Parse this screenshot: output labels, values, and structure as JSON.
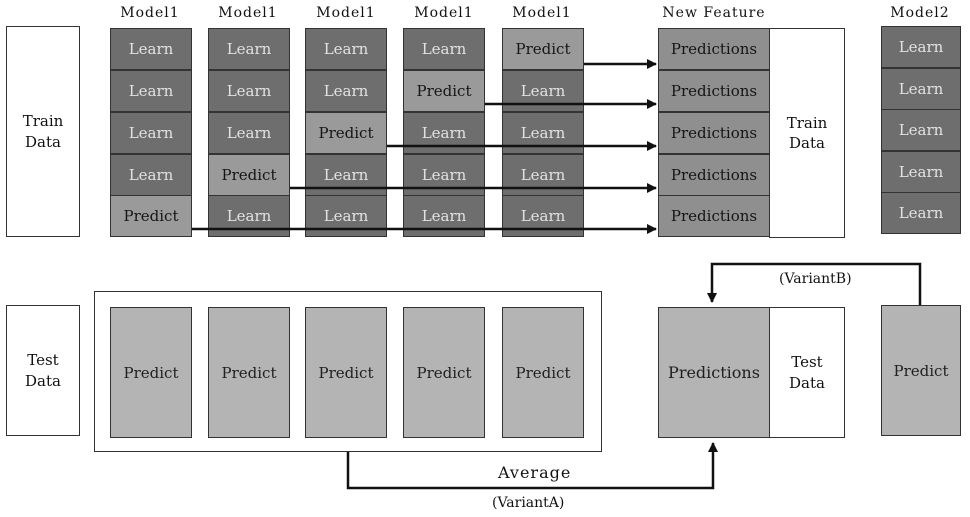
{
  "left_labels": {
    "train": "Train\nData",
    "test": "Test\nData"
  },
  "columns": [
    {
      "title": "Model1",
      "cells": [
        "Learn",
        "Learn",
        "Learn",
        "Learn",
        "Predict"
      ]
    },
    {
      "title": "Model1",
      "cells": [
        "Learn",
        "Learn",
        "Learn",
        "Predict",
        "Learn"
      ]
    },
    {
      "title": "Model1",
      "cells": [
        "Learn",
        "Learn",
        "Predict",
        "Learn",
        "Learn"
      ]
    },
    {
      "title": "Model1",
      "cells": [
        "Learn",
        "Predict",
        "Learn",
        "Learn",
        "Learn"
      ]
    },
    {
      "title": "Model1",
      "cells": [
        "Predict",
        "Learn",
        "Learn",
        "Learn",
        "Learn"
      ]
    }
  ],
  "new_feature": {
    "title": "New Feature",
    "cells": [
      "Predictions",
      "Predictions",
      "Predictions",
      "Predictions",
      "Predictions"
    ],
    "train_label": "Train\nData"
  },
  "model2": {
    "title": "Model2",
    "cells": [
      "Learn",
      "Learn",
      "Learn",
      "Learn",
      "Learn"
    ],
    "predict": "Predict"
  },
  "test_predicts": [
    "Predict",
    "Predict",
    "Predict",
    "Predict",
    "Predict"
  ],
  "test_result": {
    "predictions": "Predictions",
    "test_label": "Test\nData"
  },
  "annotations": {
    "average": "Average",
    "variant_a": "(VariantA)",
    "variant_b": "(VariantB)"
  }
}
